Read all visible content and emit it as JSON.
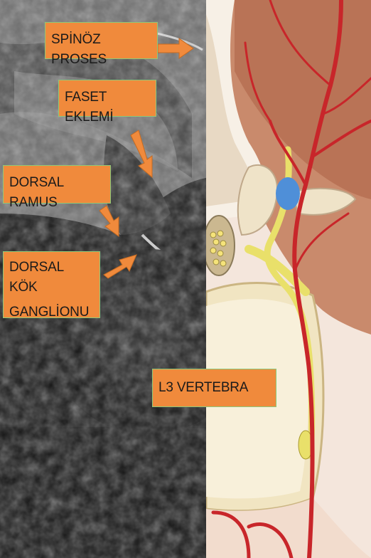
{
  "labels": {
    "spinoz_proses": "SPİNÖZ PROSES",
    "faset_eklemi": "FASET EKLEMİ",
    "dorsal_ramus": "DORSAL RAMUS",
    "dorsal_kok_line1": "DORSAL KÖK",
    "dorsal_kok_line2": "GANGLİONU",
    "l3_vertebra": "L3 VERTEBRA"
  },
  "colors": {
    "label_fill": "#f08a3c",
    "label_border": "#8cc97a"
  }
}
